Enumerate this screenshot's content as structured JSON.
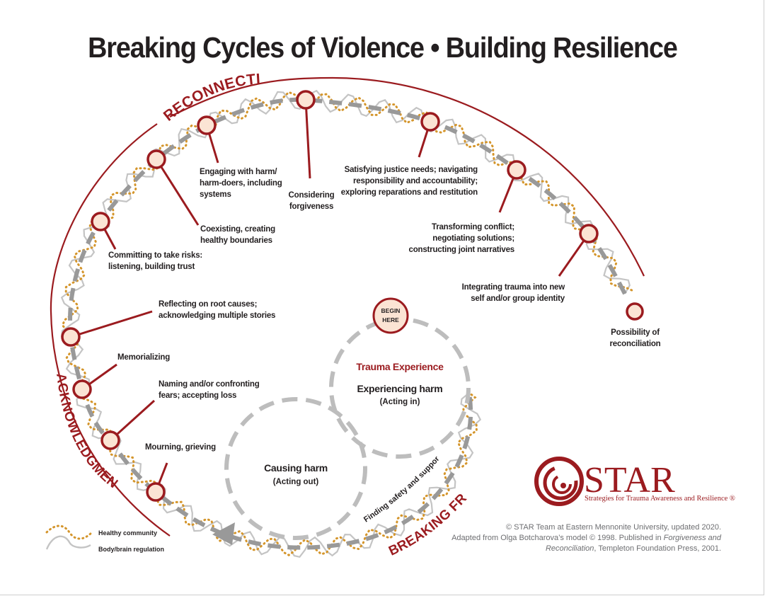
{
  "title": "Breaking Cycles of Violence • Building Resilience",
  "arcs": {
    "reconnection": "RECONNECTION",
    "acknowledgment": "ACKNOWLEDGMENT",
    "breaking_free": "BREAKING FREE",
    "finding_safety": "Finding safety and support"
  },
  "begin_here": {
    "line1": "BEGIN",
    "line2": "HERE"
  },
  "trauma_circle": {
    "heading": "Trauma Experience",
    "main": "Experiencing harm",
    "sub": "(Acting in)"
  },
  "harm_circle": {
    "main": "Causing harm",
    "sub": "(Acting out)"
  },
  "stages": {
    "mourning": "Mourning, grieving",
    "naming": [
      "Naming and/or confronting",
      "fears; accepting loss"
    ],
    "memorializing": "Memorializing",
    "reflecting": [
      "Reflecting on root causes;",
      "acknowledging multiple stories"
    ],
    "committing": [
      "Committing to take risks:",
      "listening, building trust"
    ],
    "coexisting": [
      "Coexisting, creating",
      "healthy boundaries"
    ],
    "engaging": [
      "Engaging with harm/",
      "harm-doers, including",
      "systems"
    ],
    "forgiveness": [
      "Considering",
      "forgiveness"
    ],
    "justice": [
      "Satisfying justice needs; navigating",
      "responsibility and accountability;",
      "exploring reparations and restitution"
    ],
    "transforming": [
      "Transforming conflict;",
      "negotiating solutions;",
      "constructing joint narratives"
    ],
    "integrating": [
      "Integrating trauma into new",
      "self and/or group identity"
    ],
    "reconciliation": [
      "Possibility of",
      "reconciliation"
    ]
  },
  "legend": {
    "healthy": "Healthy community",
    "regulation": "Body/brain regulation"
  },
  "logo": {
    "name": "STAR",
    "tagline": "Strategies for Trauma Awareness and Resilience",
    "registered": "®"
  },
  "copyright": {
    "line1": "© STAR Team at Eastern Mennonite University, updated 2020.",
    "line2_a": "Adapted from Olga Botcharova’s model © 1998. Published in ",
    "line2_b": "Forgiveness and",
    "line3_a": "Reconciliation",
    "line3_b": ", Templeton Foundation Press, 2001."
  },
  "colors": {
    "accent_red": "#9b1b1f",
    "node_fill": "#fbe4d4",
    "dash_gray": "#999999",
    "loop_gray": "#c4c4c4",
    "dots_gold": "#d4952b",
    "text": "#231f20",
    "muted_text": "#6d6e71"
  }
}
